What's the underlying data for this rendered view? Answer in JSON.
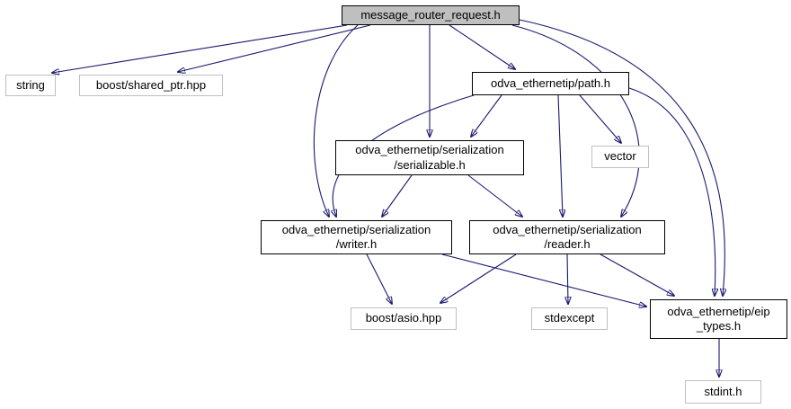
{
  "graph": {
    "title": "message_router_request.h include dependency graph",
    "colors": {
      "edge": "#191970",
      "current_node_fill": "#bfbfbf",
      "linked_node_border": "#000000",
      "external_node_border": "#c0c0c0",
      "background": "#ffffff",
      "text": "#000000"
    },
    "nodes": [
      {
        "id": "message_router_request",
        "label": "message_router_request.h",
        "type": "current"
      },
      {
        "id": "string",
        "label": "string",
        "type": "external"
      },
      {
        "id": "boost_shared_ptr",
        "label": "boost/shared_ptr.hpp",
        "type": "external"
      },
      {
        "id": "path",
        "label": "odva_ethernetip/path.h",
        "type": "internal"
      },
      {
        "id": "serializable",
        "label": "odva_ethernetip/serialization\n/serializable.h",
        "type": "internal"
      },
      {
        "id": "vector",
        "label": "vector",
        "type": "external"
      },
      {
        "id": "writer",
        "label": "odva_ethernetip/serialization\n/writer.h",
        "type": "internal"
      },
      {
        "id": "reader",
        "label": "odva_ethernetip/serialization\n/reader.h",
        "type": "internal"
      },
      {
        "id": "boost_asio",
        "label": "boost/asio.hpp",
        "type": "external"
      },
      {
        "id": "stdexcept",
        "label": "stdexcept",
        "type": "external"
      },
      {
        "id": "eip_types",
        "label": "odva_ethernetip/eip\n_types.h",
        "type": "internal"
      },
      {
        "id": "stdint",
        "label": "stdint.h",
        "type": "external"
      }
    ],
    "edges": [
      {
        "from": "message_router_request",
        "to": "string"
      },
      {
        "from": "message_router_request",
        "to": "boost_shared_ptr"
      },
      {
        "from": "message_router_request",
        "to": "path"
      },
      {
        "from": "message_router_request",
        "to": "serializable"
      },
      {
        "from": "message_router_request",
        "to": "writer"
      },
      {
        "from": "message_router_request",
        "to": "reader"
      },
      {
        "from": "message_router_request",
        "to": "eip_types"
      },
      {
        "from": "path",
        "to": "vector"
      },
      {
        "from": "path",
        "to": "serializable"
      },
      {
        "from": "path",
        "to": "writer"
      },
      {
        "from": "path",
        "to": "reader"
      },
      {
        "from": "path",
        "to": "eip_types"
      },
      {
        "from": "serializable",
        "to": "writer"
      },
      {
        "from": "serializable",
        "to": "reader"
      },
      {
        "from": "writer",
        "to": "boost_asio"
      },
      {
        "from": "writer",
        "to": "eip_types"
      },
      {
        "from": "reader",
        "to": "boost_asio"
      },
      {
        "from": "reader",
        "to": "stdexcept"
      },
      {
        "from": "reader",
        "to": "eip_types"
      },
      {
        "from": "eip_types",
        "to": "stdint"
      }
    ]
  }
}
